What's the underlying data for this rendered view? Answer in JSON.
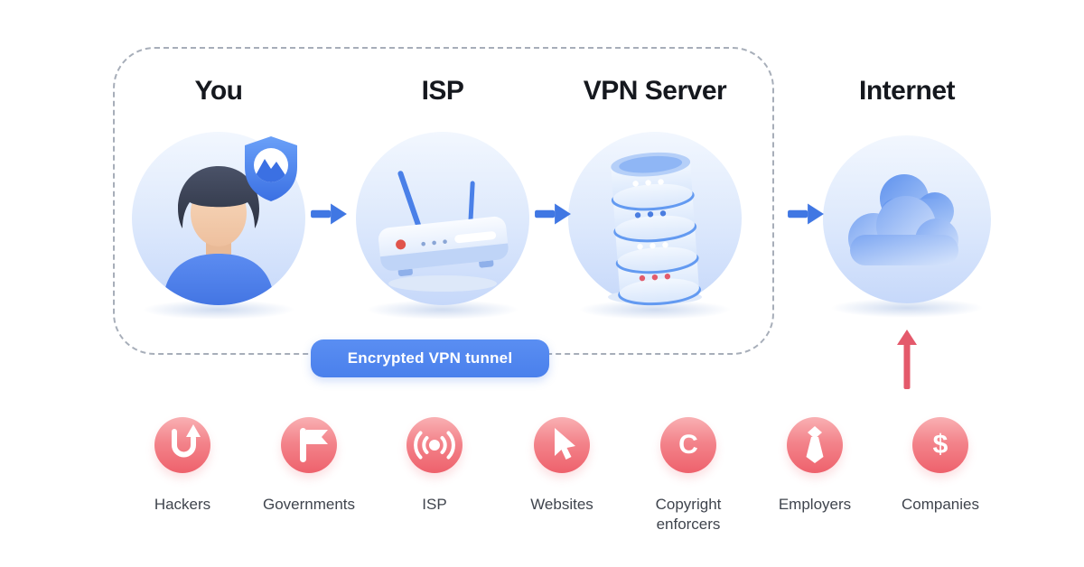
{
  "diagram": {
    "tunnel_label": "Encrypted VPN tunnel",
    "nodes": [
      {
        "label": "You",
        "icon": "user-avatar-with-vpn-shield"
      },
      {
        "label": "ISP",
        "icon": "wifi-router"
      },
      {
        "label": "VPN Server",
        "icon": "server-stack"
      },
      {
        "label": "Internet",
        "icon": "cloud"
      }
    ],
    "threats": [
      {
        "label": "Hackers",
        "icon": "hook-icon"
      },
      {
        "label": "Governments",
        "icon": "flag-icon"
      },
      {
        "label": "ISP",
        "icon": "broadcast-icon"
      },
      {
        "label": "Websites",
        "icon": "cursor-icon"
      },
      {
        "label": "Copyright enforcers",
        "icon": "copyright-icon",
        "glyph": "C"
      },
      {
        "label": "Employers",
        "icon": "tie-icon"
      },
      {
        "label": "Companies",
        "icon": "dollar-icon",
        "glyph": "$"
      }
    ],
    "colors": {
      "accent_blue": "#4a7fe8",
      "tunnel_pill_blue": "#4f86ee",
      "threat_red": "#ee616c",
      "node_circle_light": "#f2f7fe",
      "node_circle_dark": "#c6d8fa",
      "dashed_border_gray": "#a7aeb9"
    }
  }
}
